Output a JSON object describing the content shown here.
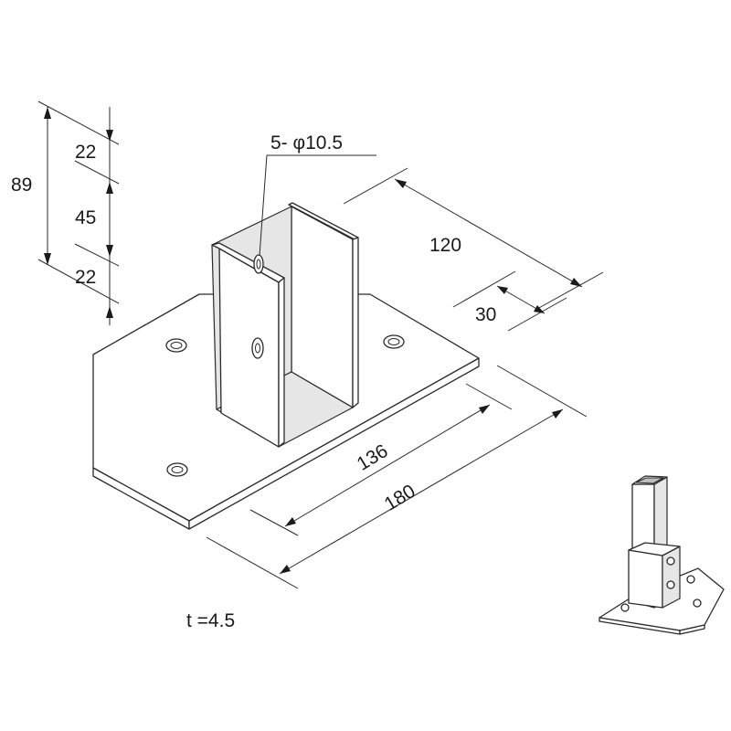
{
  "dimensions": {
    "top_flange": "22",
    "middle_span": "45",
    "bottom_flange": "22",
    "total_height": "89",
    "holes": "5- φ10.5",
    "depth": "120",
    "edge_offset": "30",
    "channel_width": "136",
    "plate_length": "180"
  },
  "thickness": "t =4.5",
  "colors": {
    "line": "#2a2a2a",
    "background": "#ffffff",
    "fill_light": "#e6e6e6"
  }
}
